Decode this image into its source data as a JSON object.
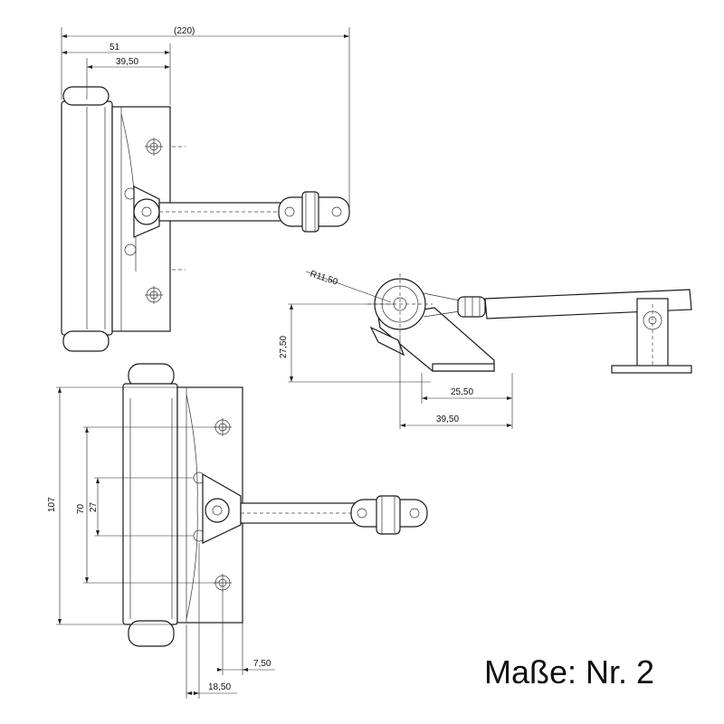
{
  "caption": "Maße: Nr. 2",
  "top_view": {
    "dim_overall": "(220)",
    "dim_width": "51",
    "dim_inner": "39,50"
  },
  "side_view": {
    "dim_radius": "R11,50",
    "dim_height": "27,50",
    "dim_base": "25,50",
    "dim_depth": "39,50"
  },
  "front_view": {
    "dim_height": "107",
    "dim_holes_outer": "70",
    "dim_holes_inner": "27",
    "dim_offset_small": "7,50",
    "dim_offset_large": "18,50"
  }
}
